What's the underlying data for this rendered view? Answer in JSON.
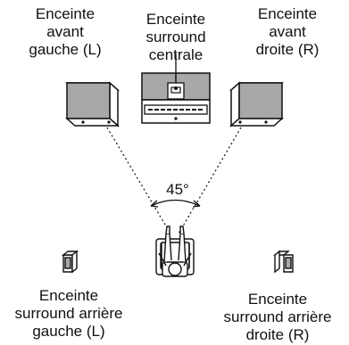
{
  "labels": {
    "front_left": [
      "Enceinte",
      "avant",
      "gauche (L)"
    ],
    "center": [
      "Enceinte",
      "surround",
      "centrale"
    ],
    "front_right": [
      "Enceinte",
      "avant",
      "droite (R)"
    ],
    "rear_left": [
      "Enceinte",
      "surround arrière",
      "gauche (L)"
    ],
    "rear_right": [
      "Enceinte",
      "surround arrière",
      "droite (R)"
    ]
  },
  "angle_label": "45°",
  "colors": {
    "speaker_face": "#a8a8a8",
    "speaker_side": "#ffffff",
    "line": "#111111"
  }
}
